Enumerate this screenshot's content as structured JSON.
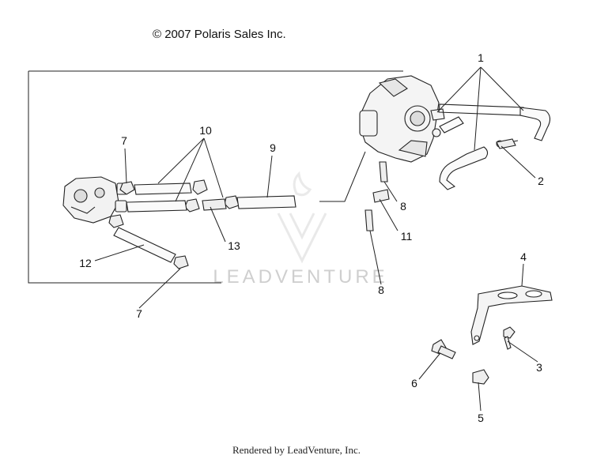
{
  "copyright": "© 2007 Polaris Sales Inc.",
  "footer": "Rendered by LeadVenture, Inc.",
  "watermark": "LEADVENTURE",
  "callouts": [
    "1",
    "2",
    "3",
    "4",
    "5",
    "6",
    "7",
    "7",
    "8",
    "8",
    "9",
    "10",
    "11",
    "12",
    "13"
  ]
}
